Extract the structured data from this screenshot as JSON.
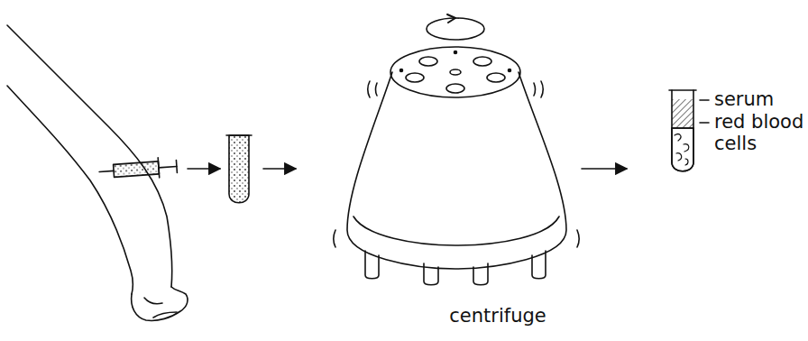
{
  "diagram": {
    "labels": [
      "centrifuge",
      "serum",
      "red blood cells"
    ]
  }
}
